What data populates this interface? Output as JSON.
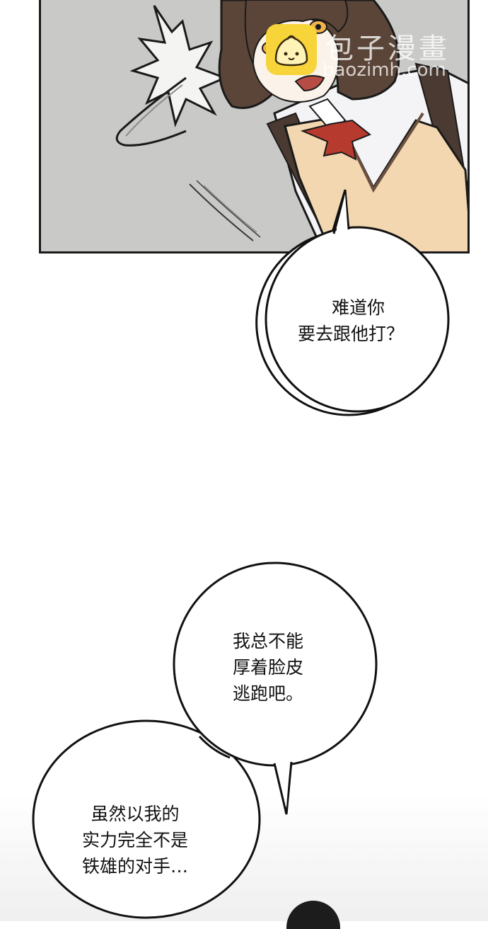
{
  "watermark": {
    "name": "包子漫畫",
    "url": "baozimh.com",
    "logo_icon": "bun-icon"
  },
  "panel": {
    "colors": {
      "background": "#c9c9c7",
      "hair": "#5b4538",
      "vest": "#f2d7b0",
      "bow": "#b73a2e"
    }
  },
  "bubbles": [
    {
      "lines": [
        "难道你",
        "要去跟他打？"
      ]
    },
    {
      "lines": [
        "我总不能",
        "厚着脸皮",
        "逃跑吧。"
      ]
    },
    {
      "lines": [
        "虽然以我的",
        "实力完全不是",
        "铁雄的对手…"
      ]
    }
  ]
}
